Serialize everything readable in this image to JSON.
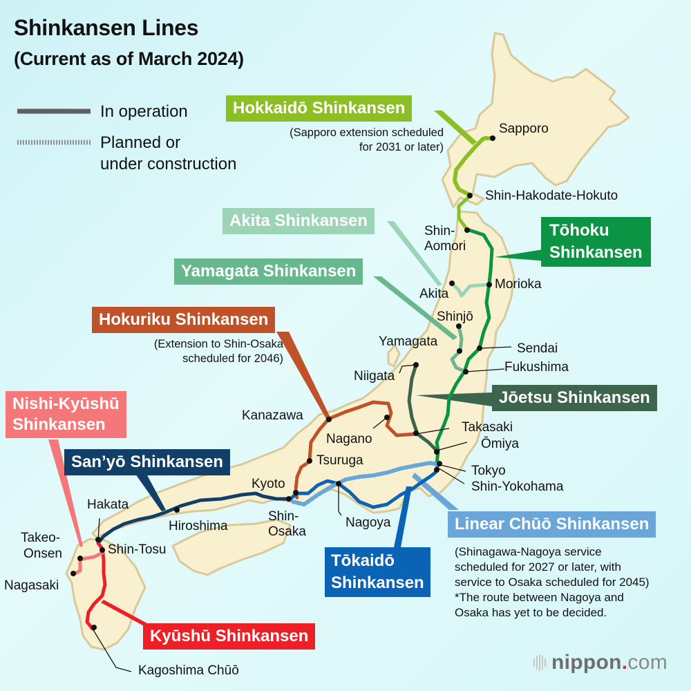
{
  "header": {
    "title": "Shinkansen Lines",
    "subtitle": "(Current as of March 2024)"
  },
  "legend": {
    "in_operation": "In operation",
    "planned_line1": "Planned or",
    "planned_line2": "under construction"
  },
  "lines": {
    "hokkaido": {
      "name": "Hokkaidō Shinkansen",
      "color": "#8cbf26",
      "note_line1": "(Sapporo extension scheduled",
      "note_line2": "for 2031 or later)"
    },
    "tohoku": {
      "name_line1": "Tōhoku",
      "name_line2": "Shinkansen",
      "color": "#0a9444"
    },
    "akita": {
      "name": "Akita Shinkansen",
      "color": "#9cd4b8"
    },
    "yamagata": {
      "name": "Yamagata Shinkansen",
      "color": "#67b88c"
    },
    "hokuriku": {
      "name": "Hokuriku Shinkansen",
      "color": "#c0522a",
      "note_line1": "(Extension to Shin-Osaka",
      "note_line2": "scheduled for 2046)"
    },
    "joetsu": {
      "name": "Jōetsu Shinkansen",
      "color": "#3d644c"
    },
    "nishi_kyushu": {
      "name_line1": "Nishi-Kyūshū",
      "name_line2": "Shinkansen",
      "color": "#f4787a"
    },
    "sanyo": {
      "name": "San’yō Shinkansen",
      "color": "#123f67"
    },
    "tokaido": {
      "name_line1": "Tōkaidō",
      "name_line2": "Shinkansen",
      "color": "#0b63b5"
    },
    "linear_chuo": {
      "name": "Linear Chūō Shinkansen",
      "color": "#6aa7d8",
      "note_line1": "(Shinagawa-Nagoya service",
      "note_line2": "scheduled for 2027 or later, with",
      "note_line3": "service to Osaka scheduled for 2045)",
      "note_line4": "*The route between Nagoya and",
      "note_line5": "Osaka has yet to be decided."
    },
    "kyushu": {
      "name": "Kyūshū Shinkansen",
      "color": "#ee2027"
    }
  },
  "stations": {
    "sapporo": "Sapporo",
    "shin_hakodate_hokuto": "Shin-Hakodate-Hokuto",
    "shin_aomori_1": "Shin-",
    "shin_aomori_2": "Aomori",
    "akita": "Akita",
    "morioka": "Morioka",
    "shinjo": "Shinjō",
    "yamagata": "Yamagata",
    "sendai": "Sendai",
    "fukushima": "Fukushima",
    "niigata": "Niigata",
    "kanazawa": "Kanazawa",
    "nagano": "Nagano",
    "takasaki": "Takasaki",
    "omiya": "Ōmiya",
    "tsuruga": "Tsuruga",
    "tokyo": "Tokyo",
    "kyoto": "Kyoto",
    "shin_yokohama": "Shin-Yokohama",
    "hakata": "Hakata",
    "hiroshima": "Hiroshima",
    "shin_osaka_1": "Shin-",
    "shin_osaka_2": "Osaka",
    "nagoya": "Nagoya",
    "takeo_onsen_1": "Takeo-",
    "takeo_onsen_2": "Onsen",
    "shin_tosu": "Shin-Tosu",
    "nagasaki": "Nagasaki",
    "kagoshima_chuo": "Kagoshima Chūō"
  },
  "colors": {
    "land": "#f8f0cf",
    "coast": "#d8c99a",
    "sea": "#d4f5f8"
  },
  "logo": {
    "brand": "nippon",
    "dot": ".",
    "tld": "com"
  }
}
